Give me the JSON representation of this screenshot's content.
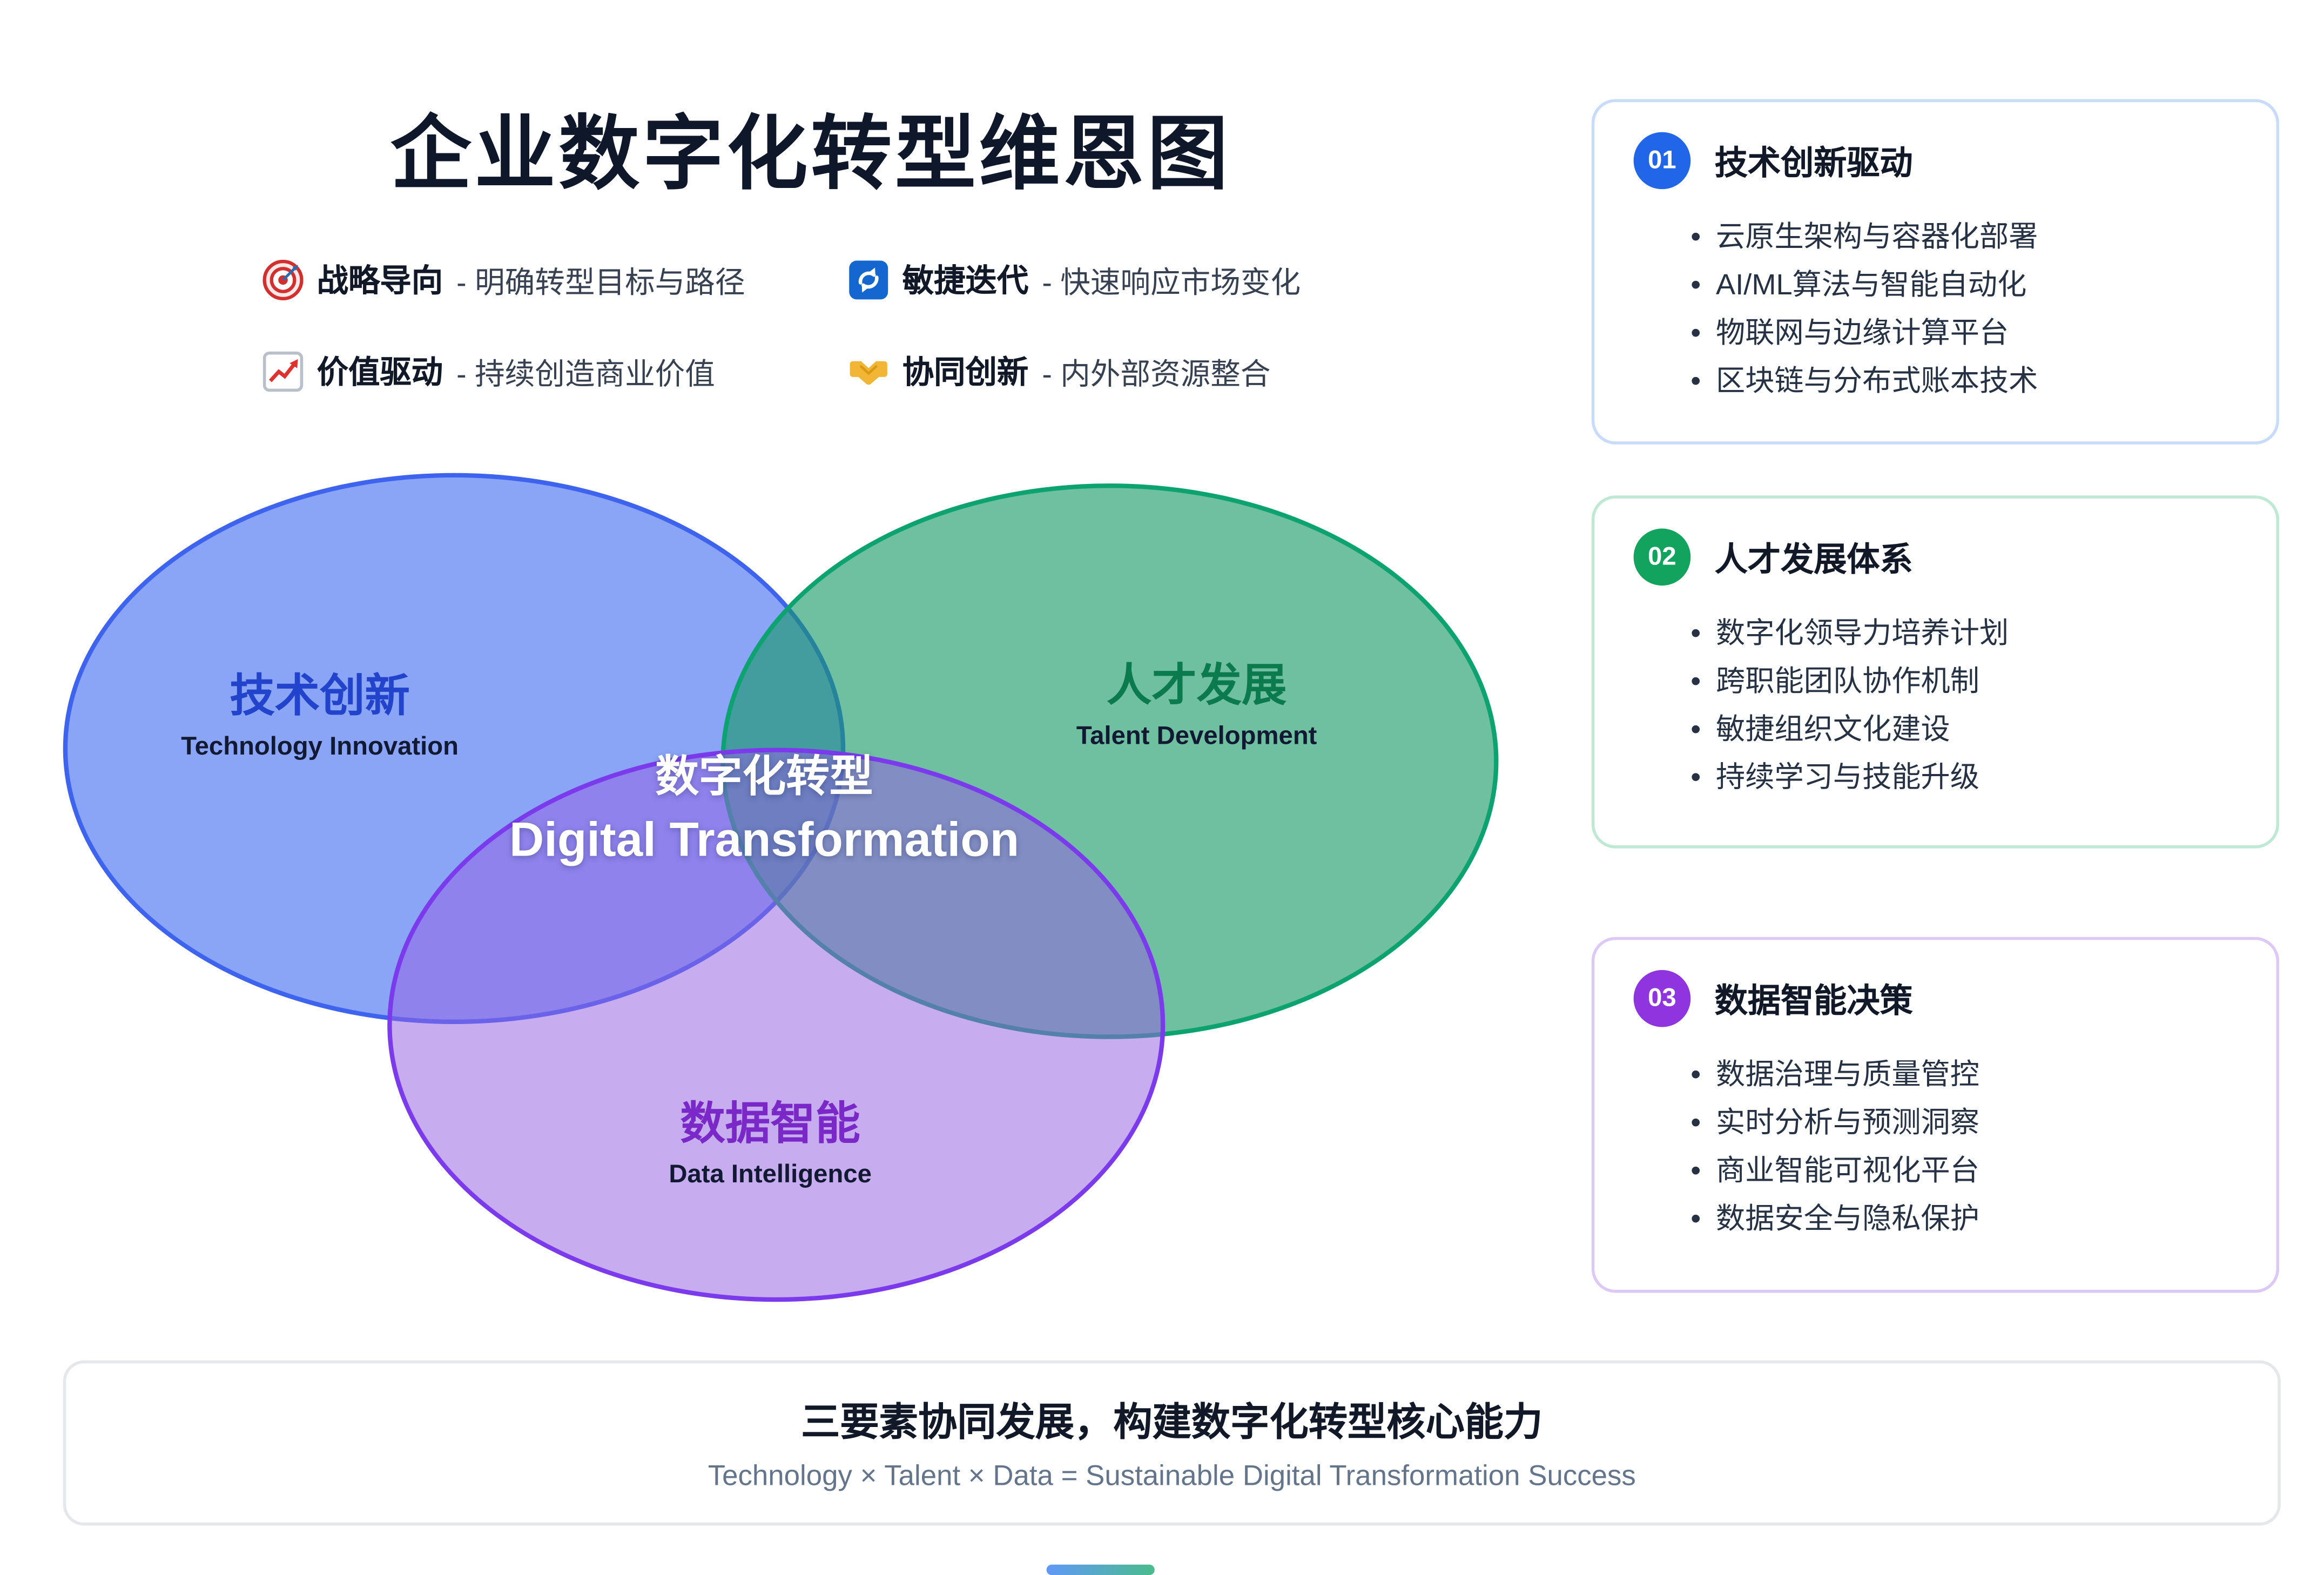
{
  "title": "企业数字化转型维恩图",
  "legend": [
    {
      "icon": "target-icon",
      "term": "战略导向",
      "desc": "- 明确转型目标与路径"
    },
    {
      "icon": "agile-icon",
      "term": "敏捷迭代",
      "desc": "- 快速响应市场变化"
    },
    {
      "icon": "chart-icon",
      "term": "价值驱动",
      "desc": "- 持续创造商业价值"
    },
    {
      "icon": "handshake-icon",
      "term": "协同创新",
      "desc": "- 内外部资源整合"
    }
  ],
  "venn": {
    "center": {
      "zh": "数字化转型",
      "en": "Digital Transformation"
    },
    "circles": [
      {
        "zh": "技术创新",
        "en": "Technology Innovation",
        "color": "#3d63ef"
      },
      {
        "zh": "人才发展",
        "en": "Talent Development",
        "color": "#0da371"
      },
      {
        "zh": "数据智能",
        "en": "Data Intelligence",
        "color": "#7c3aed"
      }
    ]
  },
  "cards": [
    {
      "number": "01",
      "title": "技术创新驱动",
      "accent": "#2166e8",
      "items": [
        "云原生架构与容器化部署",
        "AI/ML算法与智能自动化",
        "物联网与边缘计算平台",
        "区块链与分布式账本技术"
      ]
    },
    {
      "number": "02",
      "title": "人才发展体系",
      "accent": "#12a35f",
      "items": [
        "数字化领导力培养计划",
        "跨职能团队协作机制",
        "敏捷组织文化建设",
        "持续学习与技能升级"
      ]
    },
    {
      "number": "03",
      "title": "数据智能决策",
      "accent": "#8f35e0",
      "items": [
        "数据治理与质量管控",
        "实时分析与预测洞察",
        "商业智能可视化平台",
        "数据安全与隐私保护"
      ]
    }
  ],
  "footer": {
    "title": "三要素协同发展，构建数字化转型核心能力",
    "subtitle": "Technology × Talent × Data = Sustainable Digital Transformation Success"
  }
}
